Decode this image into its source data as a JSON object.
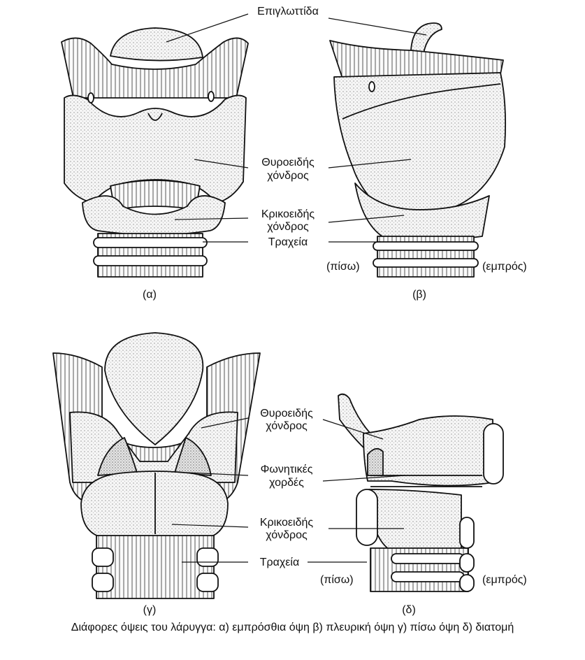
{
  "labels": {
    "epiglottis": "Επιγλωττίδα",
    "thyroid_a_1": "Θυροειδής",
    "thyroid_a_2": "χόνδρος",
    "cricoid_a_1": "Κρικοειδής",
    "cricoid_a_2": "χόνδρος",
    "trachea_a": "Τραχεία",
    "back_b": "(πίσω)",
    "front_b": "(εμπρός)",
    "panel_a": "(α)",
    "panel_b": "(β)",
    "thyroid_d_1": "Θυροειδής",
    "thyroid_d_2": "χόνδρος",
    "vocal_1": "Φωνητικές",
    "vocal_2": "χορδές",
    "cricoid_d_1": "Κρικοειδής",
    "cricoid_d_2": "χόνδρος",
    "trachea_d": "Τραχεία",
    "back_d": "(πίσω)",
    "front_d": "(εμπρός)",
    "panel_c": "(γ)",
    "panel_d": "(δ)"
  },
  "caption": "Διάφορες όψεις του λάρυγγα: α) εμπρόσθια όψη β) πλευρική όψη γ) πίσω όψη δ) διατομή",
  "colors": {
    "ink": "#111111",
    "fill": "#f4f4f4",
    "stipple": "#9a9a9a"
  }
}
